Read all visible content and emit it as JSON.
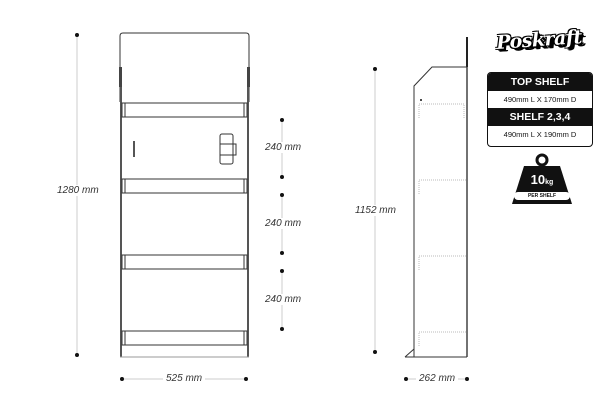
{
  "brand": {
    "logo_text": "Poskraft"
  },
  "front_view": {
    "height_label": "1280 mm",
    "width_label": "525 mm",
    "shelf_spacing_labels": [
      "240 mm",
      "240 mm",
      "240 mm"
    ]
  },
  "side_view": {
    "height_label": "1152 mm",
    "depth_label": "262 mm"
  },
  "spec_table": {
    "rows": [
      {
        "heading": "TOP SHELF",
        "value": "490mm L X 170mm D"
      },
      {
        "heading": "SHELF 2,3,4",
        "value": "490mm L X 190mm D"
      }
    ]
  },
  "weight_badge": {
    "value": "10",
    "unit": "kg",
    "caption": "PER SHELF"
  },
  "colors": {
    "line": "#333333",
    "dim_line": "#cccccc",
    "dark": "#111111"
  }
}
